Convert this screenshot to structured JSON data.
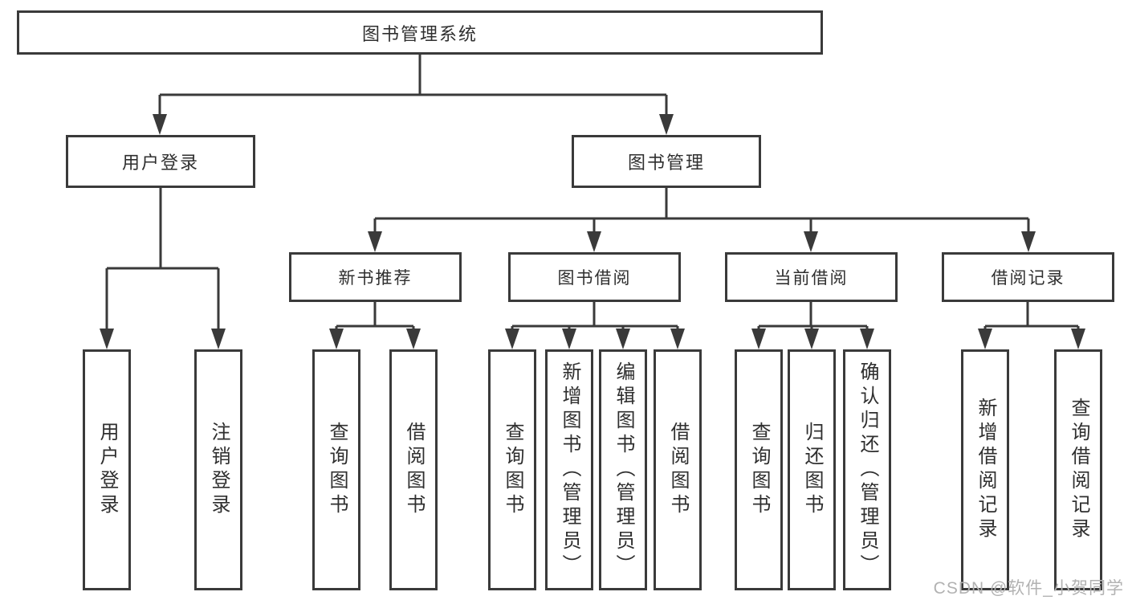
{
  "diagram": {
    "type": "functional-structure-tree",
    "colors": {
      "line": "#3a3a3a",
      "text": "#2f2f2f",
      "box_background": "#ffffff",
      "watermark": "#b2b2b2"
    },
    "watermark": "CSDN @软件_小贺同学",
    "tree": {
      "label": "图书管理系统",
      "children": [
        {
          "label": "用户登录",
          "children": [
            {
              "label": "用户登录"
            },
            {
              "label": "注销登录"
            }
          ]
        },
        {
          "label": "图书管理",
          "children": [
            {
              "label": "新书推荐",
              "children": [
                {
                  "label": "查询图书"
                },
                {
                  "label": "借阅图书"
                }
              ]
            },
            {
              "label": "图书借阅",
              "children": [
                {
                  "label": "查询图书"
                },
                {
                  "label": "新增图书（管理员）"
                },
                {
                  "label": "编辑图书（管理员）"
                },
                {
                  "label": "借阅图书"
                }
              ]
            },
            {
              "label": "当前借阅",
              "children": [
                {
                  "label": "查询图书"
                },
                {
                  "label": "归还图书"
                },
                {
                  "label": "确认归还（管理员）"
                }
              ]
            },
            {
              "label": "借阅记录",
              "children": [
                {
                  "label": "新增借阅记录"
                },
                {
                  "label": "查询借阅记录"
                }
              ]
            }
          ]
        }
      ]
    }
  }
}
